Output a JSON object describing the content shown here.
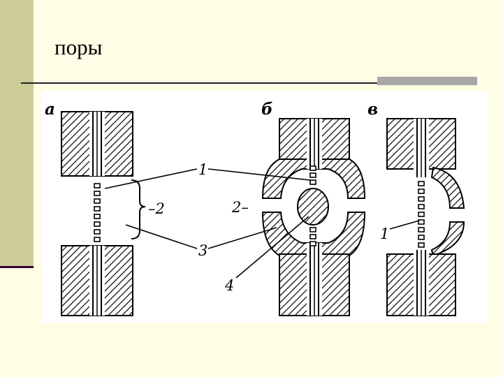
{
  "slide": {
    "title": "поры",
    "colors": {
      "background": "#fffde6",
      "side_bar": "#cccc99",
      "side_bar_rule": "#330033",
      "accent": "#a6a6a6"
    }
  },
  "diagram": {
    "panels": [
      {
        "id": "a",
        "label": "а"
      },
      {
        "id": "b",
        "label": "б"
      },
      {
        "id": "v",
        "label": "в"
      }
    ],
    "callouts": [
      {
        "id": "1",
        "label": "1"
      },
      {
        "id": "2",
        "label": "–2"
      },
      {
        "id": "3",
        "label": "3"
      },
      {
        "id": "2b",
        "label": "2–"
      },
      {
        "id": "4",
        "label": "4"
      },
      {
        "id": "1v",
        "label": "1"
      }
    ]
  }
}
